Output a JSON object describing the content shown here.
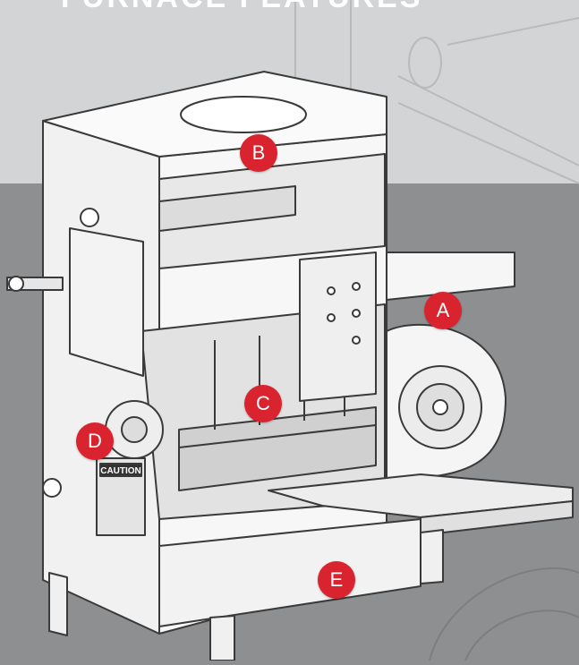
{
  "header": {
    "title": "FURNACE FEATURES"
  },
  "markers": [
    {
      "id": "A",
      "label": "A"
    },
    {
      "id": "B",
      "label": "B"
    },
    {
      "id": "C",
      "label": "C"
    },
    {
      "id": "D",
      "label": "D"
    },
    {
      "id": "E",
      "label": "E"
    }
  ],
  "caution_plate": {
    "text": "CAUTION"
  },
  "colors": {
    "background_upper": "#d3d4d5",
    "background_lower": "#8e8f91",
    "furnace_body": "#f4f4f4",
    "outline": "#3a3a3a",
    "marker": "#d9232e"
  }
}
